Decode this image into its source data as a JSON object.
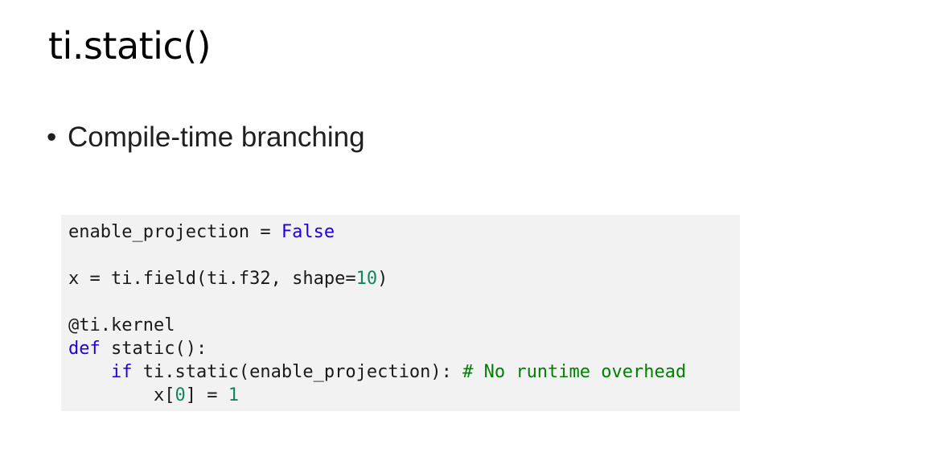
{
  "slide": {
    "title": "ti.static()",
    "bullets": [
      "Compile-time branching"
    ]
  },
  "code": {
    "line1": {
      "text_a": "enable_projection = ",
      "kw": "False"
    },
    "line2": {
      "text_a": "x = ti.field(ti.f32, shape=",
      "num": "10",
      "text_b": ")"
    },
    "line3": {
      "text": "@ti.kernel"
    },
    "line4": {
      "kw": "def",
      "text_a": " static():"
    },
    "line5": {
      "indent": "    ",
      "kw": "if",
      "text_a": " ti.static(enable_projection): ",
      "comment": "# No runtime overhead"
    },
    "line6": {
      "indent": "        ",
      "text_a": "x[",
      "num_a": "0",
      "text_b": "] = ",
      "num_b": "1"
    }
  },
  "colors": {
    "keyword": "#1f00d8",
    "number": "#11865f",
    "comment": "#008000",
    "code_background": "#f2f2f2"
  }
}
